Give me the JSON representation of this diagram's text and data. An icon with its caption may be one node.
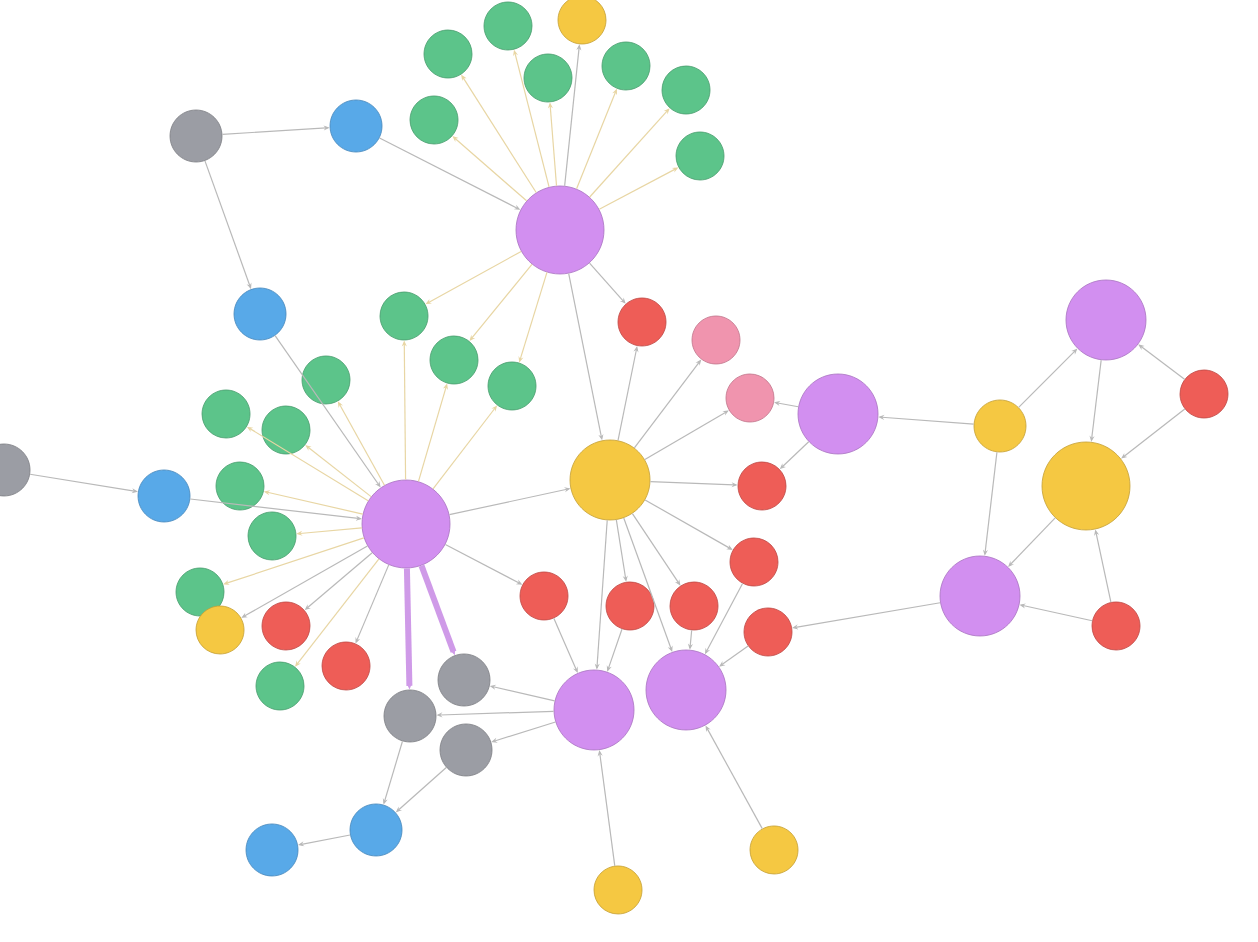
{
  "diagram": {
    "nodes": [
      {
        "text": [],
        "shape": "circle"
      },
      {
        "text": [],
        "shape": "circle"
      },
      {
        "text": [],
        "shape": "circle"
      },
      {
        "text": [],
        "shape": "circle"
      },
      {
        "text": [],
        "shape": "circle"
      },
      {
        "text": [],
        "shape": "circle"
      },
      {
        "text": [],
        "shape": "circle"
      },
      {
        "text": [],
        "shape": "circle"
      },
      {
        "text": [],
        "shape": "circle"
      },
      {
        "text": [],
        "shape": "circle"
      },
      {
        "text": [],
        "shape": "circle"
      },
      {
        "text": [],
        "shape": "circle"
      },
      {
        "text": [],
        "shape": "circle"
      },
      {
        "text": [],
        "shape": "circle"
      },
      {
        "text": [],
        "shape": "circle"
      },
      {
        "text": [],
        "shape": "circle"
      },
      {
        "text": [],
        "shape": "circle"
      },
      {
        "text": [],
        "shape": "circle"
      },
      {
        "text": [],
        "shape": "circle"
      },
      {
        "text": [],
        "shape": "circle"
      },
      {
        "text": [],
        "shape": "circle"
      },
      {
        "text": [],
        "shape": "circle"
      },
      {
        "text": [],
        "shape": "circle"
      },
      {
        "text": [],
        "shape": "circle"
      },
      {
        "text": [],
        "shape": "circle"
      },
      {
        "text": [],
        "shape": "circle"
      },
      {
        "text": [],
        "shape": "circle"
      },
      {
        "text": [],
        "shape": "circle"
      },
      {
        "text": [],
        "shape": "circle"
      },
      {
        "text": [],
        "shape": "circle"
      },
      {
        "text": [],
        "shape": "circle"
      },
      {
        "text": [],
        "shape": "circle"
      },
      {
        "text": [],
        "shape": "circle"
      },
      {
        "text": [],
        "shape": "circle"
      },
      {
        "text": [],
        "shape": "circle"
      },
      {
        "text": [],
        "shape": "circle"
      },
      {
        "text": [],
        "shape": "circle"
      },
      {
        "text": [],
        "shape": "circle"
      },
      {
        "text": [],
        "shape": "circle"
      },
      {
        "text": [],
        "shape": "circle"
      },
      {
        "text": [],
        "shape": "circle"
      },
      {
        "text": [],
        "shape": "circle"
      },
      {
        "text": [],
        "shape": "circle"
      },
      {
        "text": [],
        "shape": "circle"
      },
      {
        "text": [],
        "shape": "circle"
      },
      {
        "text": [],
        "shape": "circle"
      },
      {
        "text": [],
        "shape": "circle"
      },
      {
        "text": [],
        "shape": "circle"
      },
      {
        "text": [],
        "shape": "circle"
      },
      {
        "text": [],
        "shape": "circle"
      },
      {
        "text": [],
        "shape": "circle"
      },
      {
        "text": [],
        "shape": "circle"
      },
      {
        "text": [],
        "shape": "circle"
      },
      {
        "text": [],
        "shape": "circle"
      }
    ],
    "edges": [
      {
        "from": 0,
        "to": 1,
        "arrow": "to",
        "color": "#e8d6a4"
      },
      {
        "from": 0,
        "to": 2,
        "arrow": "to",
        "color": "#e8d6a4"
      },
      {
        "from": 0,
        "to": 3,
        "arrow": "to"
      },
      {
        "from": 0,
        "to": 4,
        "arrow": "to",
        "color": "#e8d6a4"
      },
      {
        "from": 0,
        "to": 5,
        "arrow": "to",
        "color": "#e8d6a4"
      },
      {
        "from": 0,
        "to": 6,
        "arrow": "to",
        "color": "#e8d6a4"
      },
      {
        "from": 0,
        "to": 7,
        "arrow": "to",
        "color": "#e8d6a4"
      },
      {
        "from": 0,
        "to": 8,
        "arrow": "to",
        "color": "#e8d6a4"
      },
      {
        "from": 10,
        "to": 0,
        "arrow": "to"
      },
      {
        "from": 0,
        "to": 12,
        "arrow": "to",
        "color": "#e8d6a4"
      },
      {
        "from": 0,
        "to": 13,
        "arrow": "to",
        "color": "#e8d6a4"
      },
      {
        "from": 0,
        "to": 14,
        "arrow": "to",
        "color": "#e8d6a4"
      },
      {
        "from": 0,
        "to": 15,
        "arrow": "to"
      },
      {
        "from": 0,
        "to": 28,
        "arrow": "to"
      },
      {
        "from": 9,
        "to": 10,
        "arrow": "to"
      },
      {
        "from": 9,
        "to": 11,
        "arrow": "to"
      },
      {
        "from": 11,
        "to": 29,
        "arrow": "to"
      },
      {
        "from": 29,
        "to": 12,
        "arrow": "to",
        "color": "#e8d6a4"
      },
      {
        "from": 29,
        "to": 13,
        "arrow": "to",
        "color": "#e8d6a4"
      },
      {
        "from": 29,
        "to": 14,
        "arrow": "to",
        "color": "#e8d6a4"
      },
      {
        "from": 29,
        "to": 18,
        "arrow": "to",
        "color": "#e8d6a4"
      },
      {
        "from": 29,
        "to": 23,
        "arrow": "to",
        "color": "#e8d6a4"
      },
      {
        "from": 29,
        "to": 24,
        "arrow": "to",
        "color": "#e8d6a4"
      },
      {
        "from": 29,
        "to": 27,
        "arrow": "to",
        "color": "#e8d6a4"
      },
      {
        "from": 29,
        "to": 32,
        "arrow": "to",
        "color": "#e8d6a4"
      },
      {
        "from": 29,
        "to": 33,
        "arrow": "to",
        "color": "#e8d6a4"
      },
      {
        "from": 29,
        "to": 45,
        "arrow": "to",
        "color": "#e8d6a4"
      },
      {
        "from": 29,
        "to": 39,
        "arrow": "to"
      },
      {
        "from": 29,
        "to": 40,
        "arrow": "to"
      },
      {
        "from": 29,
        "to": 43,
        "arrow": "to"
      },
      {
        "from": 26,
        "to": 29,
        "arrow": "to"
      },
      {
        "from": 29,
        "to": 28,
        "arrow": "to"
      },
      {
        "from": 29,
        "to": 35,
        "arrow": "to"
      },
      {
        "from": 29,
        "to": 44,
        "arrow": "to",
        "style": "thick",
        "color": "#cf9ae8"
      },
      {
        "from": 29,
        "to": 48,
        "arrow": "to",
        "style": "thick",
        "color": "#cf9ae8"
      },
      {
        "from": 25,
        "to": 26,
        "arrow": "to"
      },
      {
        "from": 28,
        "to": 15,
        "arrow": "to"
      },
      {
        "from": 28,
        "to": 16,
        "arrow": "to"
      },
      {
        "from": 28,
        "to": 17,
        "arrow": "to"
      },
      {
        "from": 28,
        "to": 30,
        "arrow": "to"
      },
      {
        "from": 28,
        "to": 34,
        "arrow": "to"
      },
      {
        "from": 28,
        "to": 36,
        "arrow": "to"
      },
      {
        "from": 28,
        "to": 37,
        "arrow": "to"
      },
      {
        "from": 28,
        "to": 47,
        "arrow": "to"
      },
      {
        "from": 28,
        "to": 46,
        "arrow": "to"
      },
      {
        "from": 19,
        "to": 17,
        "arrow": "to"
      },
      {
        "from": 19,
        "to": 30,
        "arrow": "to"
      },
      {
        "from": 36,
        "to": 47,
        "arrow": "to"
      },
      {
        "from": 37,
        "to": 46,
        "arrow": "to"
      },
      {
        "from": 34,
        "to": 46,
        "arrow": "to"
      },
      {
        "from": 41,
        "to": 46,
        "arrow": "to"
      },
      {
        "from": 38,
        "to": 41,
        "arrow": "to"
      },
      {
        "from": 35,
        "to": 47,
        "arrow": "to"
      },
      {
        "from": 47,
        "to": 44,
        "arrow": "to"
      },
      {
        "from": 47,
        "to": 48,
        "arrow": "to"
      },
      {
        "from": 47,
        "to": 49,
        "arrow": "to"
      },
      {
        "from": 48,
        "to": 50,
        "arrow": "to"
      },
      {
        "from": 49,
        "to": 50,
        "arrow": "to"
      },
      {
        "from": 50,
        "to": 51,
        "arrow": "to"
      },
      {
        "from": 53,
        "to": 47,
        "arrow": "to"
      },
      {
        "from": 52,
        "to": 46,
        "arrow": "to"
      },
      {
        "from": 20,
        "to": 19,
        "arrow": "to"
      },
      {
        "from": 20,
        "to": 21,
        "arrow": "to"
      },
      {
        "from": 20,
        "to": 38,
        "arrow": "to"
      },
      {
        "from": 22,
        "to": 21,
        "arrow": "to"
      },
      {
        "from": 22,
        "to": 31,
        "arrow": "to"
      },
      {
        "from": 21,
        "to": 31,
        "arrow": "to"
      },
      {
        "from": 31,
        "to": 38,
        "arrow": "to"
      },
      {
        "from": 42,
        "to": 38,
        "arrow": "to"
      },
      {
        "from": 42,
        "to": 31,
        "arrow": "to"
      }
    ]
  }
}
